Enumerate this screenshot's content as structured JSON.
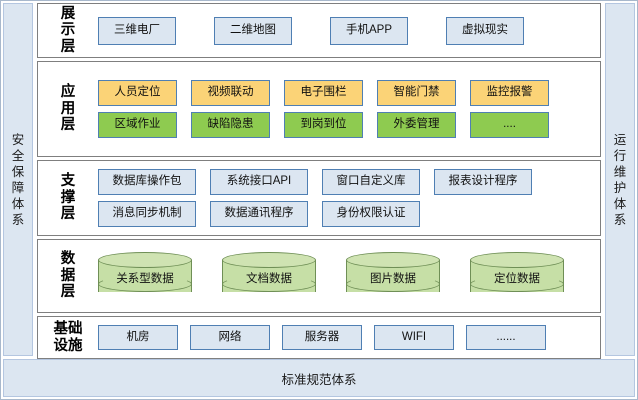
{
  "pillars": {
    "left": {
      "name": "security-guarantee-system",
      "text": "安\n全\n保\n障\n体\n系"
    },
    "right": {
      "name": "operation-maintenance-system",
      "text": "运\n行\n维\n护\n体\n系"
    }
  },
  "bottom_band": {
    "text": "标准规范体系"
  },
  "colors": {
    "blue_fill": "#dce6f1",
    "blue_border": "#4f7fb3",
    "orange_fill": "#fbd377",
    "green_fill": "#8ecb50",
    "cylinder_fill": "#c6dfa6",
    "cylinder_border": "#6f8f56",
    "layer_border": "#7f7f7f",
    "pillar_fill": "#dce6f1"
  },
  "layers": [
    {
      "id": "display-layer",
      "label": "展\n示\n层",
      "rows": [
        {
          "items": [
            {
              "label": "三维电厂",
              "style": "blue"
            },
            {
              "label": "二维地图",
              "style": "blue"
            },
            {
              "label": "手机APP",
              "style": "blue"
            },
            {
              "label": "虚拟现实",
              "style": "blue"
            }
          ]
        }
      ]
    },
    {
      "id": "application-layer",
      "label": "应\n用\n层",
      "rows": [
        {
          "items": [
            {
              "label": "人员定位",
              "style": "orange"
            },
            {
              "label": "视频联动",
              "style": "orange"
            },
            {
              "label": "电子围栏",
              "style": "orange"
            },
            {
              "label": "智能门禁",
              "style": "orange"
            },
            {
              "label": "监控报警",
              "style": "orange"
            }
          ]
        },
        {
          "items": [
            {
              "label": "区域作业",
              "style": "green"
            },
            {
              "label": "缺陷隐患",
              "style": "green"
            },
            {
              "label": "到岗到位",
              "style": "green"
            },
            {
              "label": "外委管理",
              "style": "green"
            },
            {
              "label": "....",
              "style": "green"
            }
          ]
        }
      ]
    },
    {
      "id": "support-layer",
      "label": "支\n撑\n层",
      "rows": [
        {
          "items": [
            {
              "label": "数据库操作包",
              "style": "blue"
            },
            {
              "label": "系统接口API",
              "style": "blue"
            },
            {
              "label": "窗口自定义库",
              "style": "blue"
            },
            {
              "label": "报表设计程序",
              "style": "blue"
            }
          ]
        },
        {
          "items": [
            {
              "label": "消息同步机制",
              "style": "blue"
            },
            {
              "label": "数据通讯程序",
              "style": "blue"
            },
            {
              "label": "身份权限认证",
              "style": "blue"
            }
          ]
        }
      ]
    },
    {
      "id": "data-layer",
      "label": "数\n据\n层",
      "rows": [
        {
          "items": [
            {
              "label": "关系型数据",
              "style": "cylinder"
            },
            {
              "label": "文档数据",
              "style": "cylinder"
            },
            {
              "label": "图片数据",
              "style": "cylinder"
            },
            {
              "label": "定位数据",
              "style": "cylinder"
            }
          ]
        }
      ]
    },
    {
      "id": "infrastructure-layer",
      "label": "基础\n设施",
      "rows": [
        {
          "items": [
            {
              "label": "机房",
              "style": "blue"
            },
            {
              "label": "网络",
              "style": "blue"
            },
            {
              "label": "服务器",
              "style": "blue"
            },
            {
              "label": "WIFI",
              "style": "blue"
            },
            {
              "label": "......",
              "style": "blue"
            }
          ]
        }
      ]
    }
  ]
}
